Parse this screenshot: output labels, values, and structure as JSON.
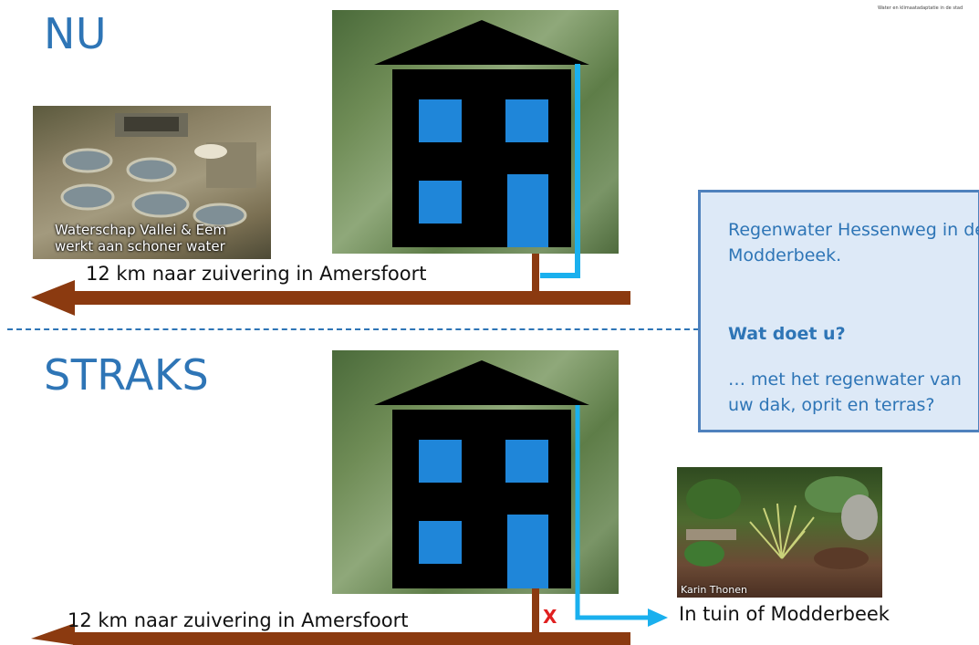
{
  "top_note": "Water en klimaatadaptatie in de stad",
  "headings": {
    "now": "NU",
    "later": "STRAKS"
  },
  "treatment_photo": {
    "caption_line1": "Waterschap Vallei & Eem",
    "caption_line2": "werkt aan schoner water"
  },
  "garden_photo": {
    "credit": "Karin Thonen"
  },
  "arrows": {
    "top_label": "12 km naar zuivering in Amersfoort",
    "bottom_label": "12 km naar zuivering in Amersfoort",
    "garden_label": "In tuin of Modderbeek",
    "blocked_mark": "X"
  },
  "callout": {
    "line1": "Regenwater Hessenweg in de Modderbeek.",
    "question": "Wat doet u?",
    "line3": "… met het regenwater van uw dak, oprit en terras?"
  },
  "colors": {
    "heading": "#2e75b6",
    "sewer": "#8b3a10",
    "rain_pipe": "#1ab0ee",
    "window": "#1f86d9",
    "callout_bg": "#dde9f7",
    "callout_border": "#4f81bd",
    "divider": "#2e75b6",
    "blocked": "#e02020"
  }
}
